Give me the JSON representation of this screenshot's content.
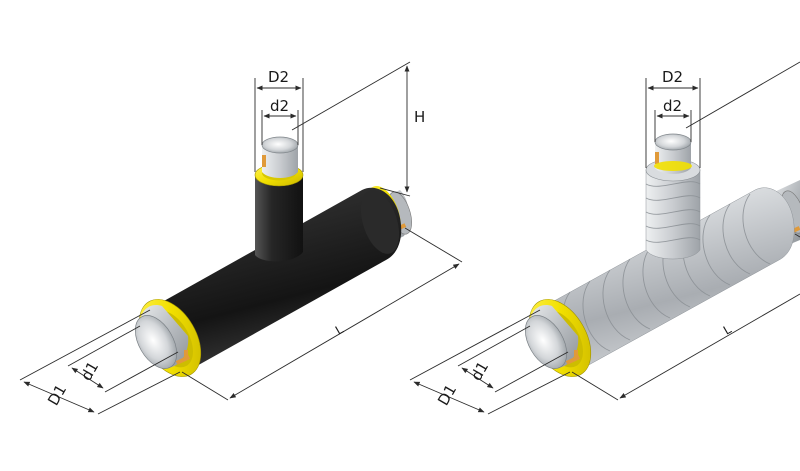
{
  "diagram": {
    "colors": {
      "insulation": "#f2e000",
      "black_jacket": "#1c1c1c",
      "steel": "#c8cbcf",
      "copper_wire": "#e09a3a"
    },
    "left": {
      "label_D2": "D2",
      "label_d2": "d2",
      "label_H": "H",
      "label_L": "L",
      "label_d1": "d1",
      "label_D1": "D1"
    },
    "right": {
      "label_D2": "D2",
      "label_d2": "d2",
      "label_L": "L",
      "label_d1": "d1",
      "label_D1": "D1"
    }
  }
}
